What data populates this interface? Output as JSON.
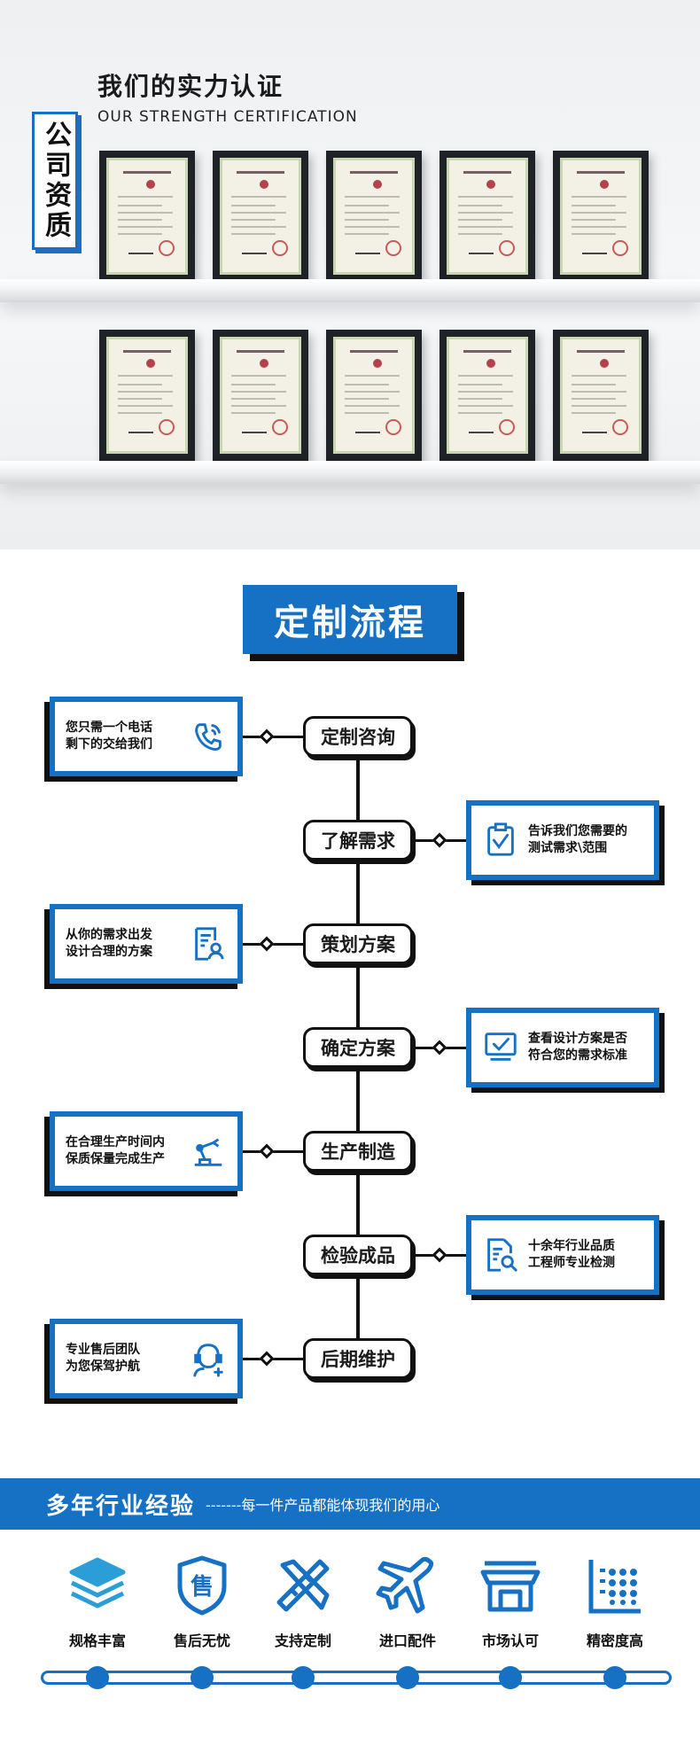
{
  "certification": {
    "title": "我们的实力认证",
    "subtitle": "OUR STRENGTH CERTIFICATION",
    "vertical_label": "公司资质"
  },
  "process": {
    "title": "定制流程",
    "steps": [
      {
        "label": "定制咨询",
        "desc": "您只需一个电话\n剩下的交给我们",
        "icon": "phone-icon",
        "side": "left"
      },
      {
        "label": "了解需求",
        "desc": "告诉我们您需要的\n测试需求\\范围",
        "icon": "clipboard-check-icon",
        "side": "right"
      },
      {
        "label": "策划方案",
        "desc": "从你的需求出发\n设计合理的方案",
        "icon": "document-person-icon",
        "side": "left"
      },
      {
        "label": "确定方案",
        "desc": "查看设计方案是否\n符合您的需求标准",
        "icon": "monitor-check-icon",
        "side": "right"
      },
      {
        "label": "生产制造",
        "desc": "在合理生产时间内\n保质保量完成生产",
        "icon": "robot-arm-icon",
        "side": "left"
      },
      {
        "label": "检验成品",
        "desc": "十余年行业品质\n工程师专业检测",
        "icon": "document-search-icon",
        "side": "right"
      },
      {
        "label": "后期维护",
        "desc": "专业售后团队\n为您保驾护航",
        "icon": "support-agent-icon",
        "side": "left"
      }
    ]
  },
  "experience": {
    "title": "多年行业经验",
    "slogan": "-------每一件产品都能体现我们的用心",
    "features": [
      {
        "label": "规格丰富",
        "icon": "layers-icon"
      },
      {
        "label": "售后无忧",
        "icon": "shield-service-icon"
      },
      {
        "label": "支持定制",
        "icon": "ruler-pencil-icon"
      },
      {
        "label": "进口配件",
        "icon": "airplane-icon"
      },
      {
        "label": "市场认可",
        "icon": "storefront-icon"
      },
      {
        "label": "精密度高",
        "icon": "precision-grid-icon"
      }
    ]
  },
  "colors": {
    "accent": "#1670c4",
    "dark": "#111111"
  }
}
